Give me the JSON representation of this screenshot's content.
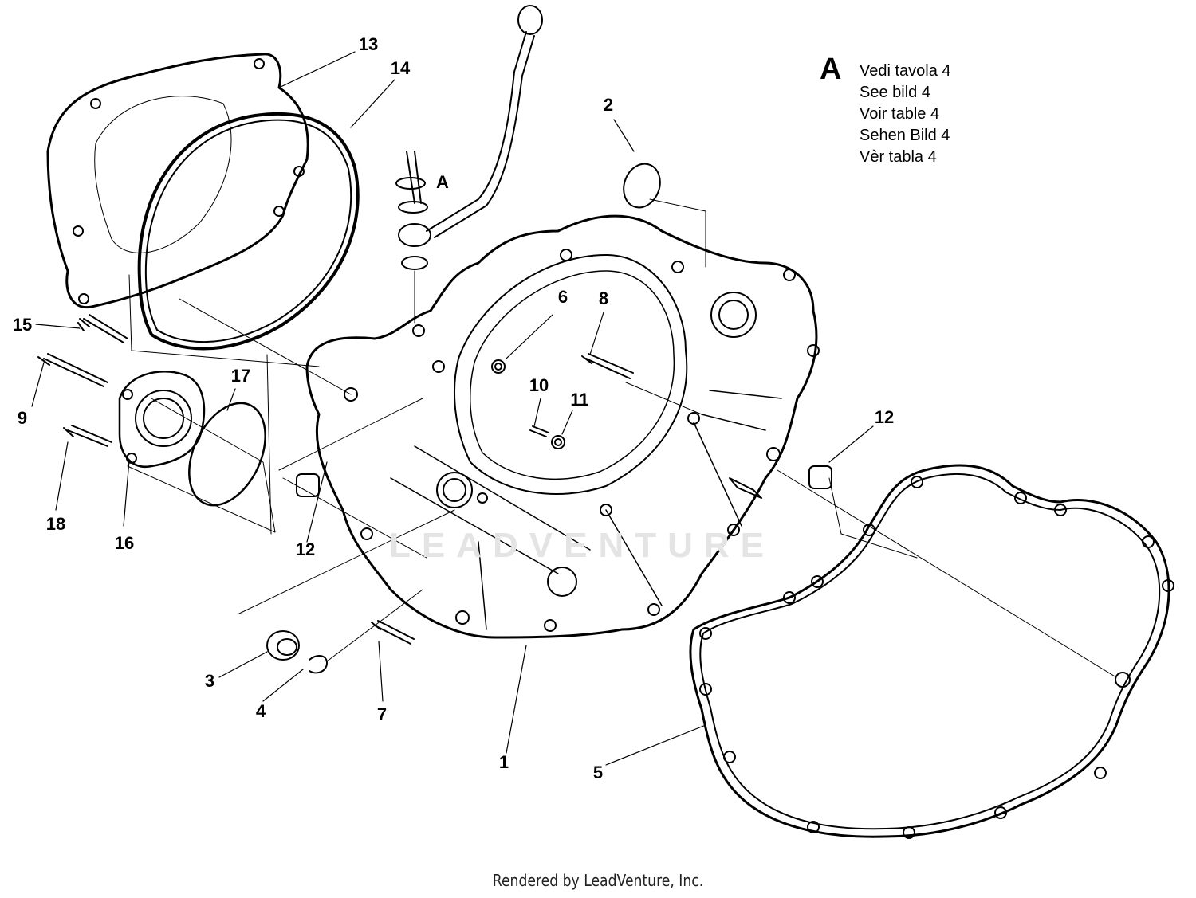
{
  "callouts": [
    {
      "id": "13",
      "text": "13"
    },
    {
      "id": "14",
      "text": "14"
    },
    {
      "id": "15",
      "text": "15"
    },
    {
      "id": "9",
      "text": "9"
    },
    {
      "id": "17",
      "text": "17"
    },
    {
      "id": "18",
      "text": "18"
    },
    {
      "id": "16",
      "text": "16"
    },
    {
      "id": "12a",
      "text": "12"
    },
    {
      "id": "A",
      "text": "A"
    },
    {
      "id": "6",
      "text": "6"
    },
    {
      "id": "8",
      "text": "8"
    },
    {
      "id": "10",
      "text": "10"
    },
    {
      "id": "11",
      "text": "11"
    },
    {
      "id": "2",
      "text": "2"
    },
    {
      "id": "12b",
      "text": "12"
    },
    {
      "id": "3",
      "text": "3"
    },
    {
      "id": "4",
      "text": "4"
    },
    {
      "id": "7",
      "text": "7"
    },
    {
      "id": "1",
      "text": "1"
    },
    {
      "id": "5",
      "text": "5"
    }
  ],
  "legend": {
    "letter": "A",
    "lines": [
      "Vedi tavola 4",
      "See bild 4",
      "Voir table 4",
      "Sehen Bild 4",
      "Vèr tabla 4"
    ]
  },
  "watermark": "LEADVENTURE",
  "footer": "Rendered by LeadVenture, Inc."
}
